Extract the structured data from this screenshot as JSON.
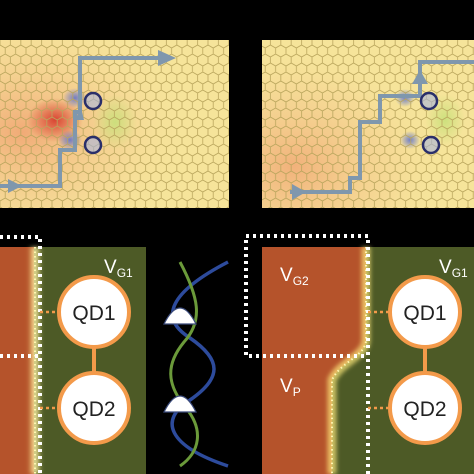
{
  "colors": {
    "background": "#000000",
    "lattice_fill": "#f6e49a",
    "lattice_stroke": "#c9b46a",
    "gate_green": "#4d5a26",
    "gate_red": "#b5532b",
    "dot_orange": "#f39a4a",
    "path_arrow": "#7f97ad",
    "gate_edge_glow": "#ffe97a",
    "boundary_dotted": "#ffffff",
    "wave_blue": "#2d4b9c",
    "wave_green": "#6b9a3a",
    "dot_ring": "#2a2f6a"
  },
  "labels": {
    "vg1_left": {
      "main": "V",
      "sub": "G1"
    },
    "vg1_right": {
      "main": "V",
      "sub": "G1"
    },
    "vg2": {
      "main": "V",
      "sub": "G2"
    },
    "vp": {
      "main": "V",
      "sub": "P"
    },
    "qd1_left": "QD1",
    "qd2_left": "QD2",
    "qd1_right": "QD1",
    "qd2_right": "QD2"
  }
}
